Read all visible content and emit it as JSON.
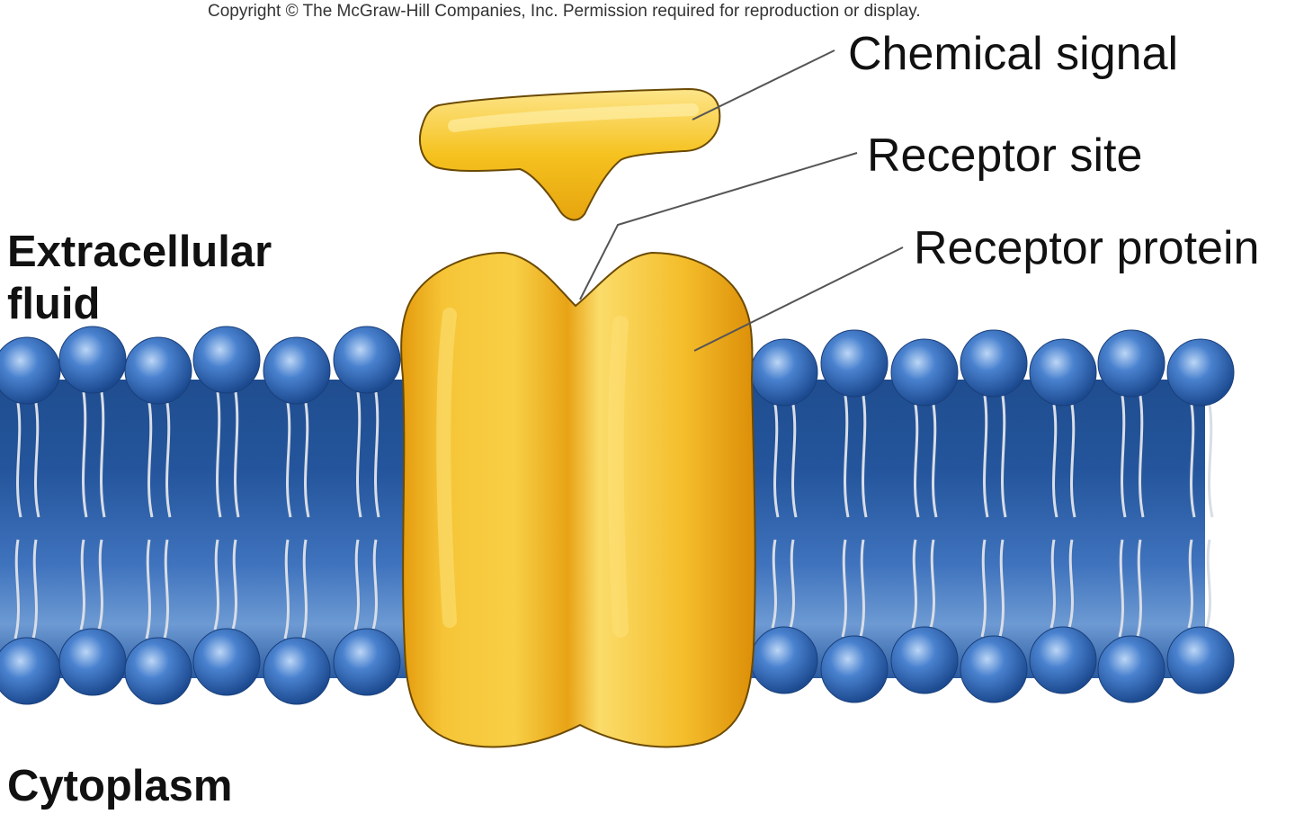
{
  "copyright": "Copyright © The McGraw-Hill Companies, Inc. Permission required for reproduction or display.",
  "labels": {
    "chemical_signal": "Chemical signal",
    "receptor_site": "Receptor site",
    "receptor_protein": "Receptor protein",
    "extracellular_line1": "Extracellular",
    "extracellular_line2": "fluid",
    "cytoplasm": "Cytoplasm"
  },
  "colors": {
    "membrane_dark": "#1f4d8f",
    "membrane_light": "#6d9ad3",
    "phospholipid_head": "#3b74c4",
    "protein_fill": "#f2b51c",
    "protein_highlight": "#fde27a",
    "signal_fill": "#f5c21f",
    "leader_line": "#555555"
  }
}
